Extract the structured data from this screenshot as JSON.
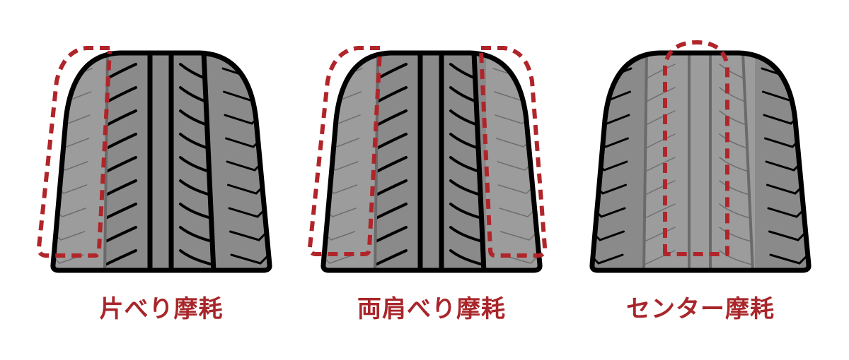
{
  "colors": {
    "tire": "#8a8a8a",
    "worn": "#9c9c9c",
    "outline": "#000000",
    "highlight": "#b0252a",
    "label": "#a8262a"
  },
  "tires": [
    {
      "label": "片べり摩耗",
      "worn_zone": "left-shoulder"
    },
    {
      "label": "両肩べり摩耗",
      "worn_zone": "both-shoulders"
    },
    {
      "label": "センター摩耗",
      "worn_zone": "center"
    }
  ]
}
